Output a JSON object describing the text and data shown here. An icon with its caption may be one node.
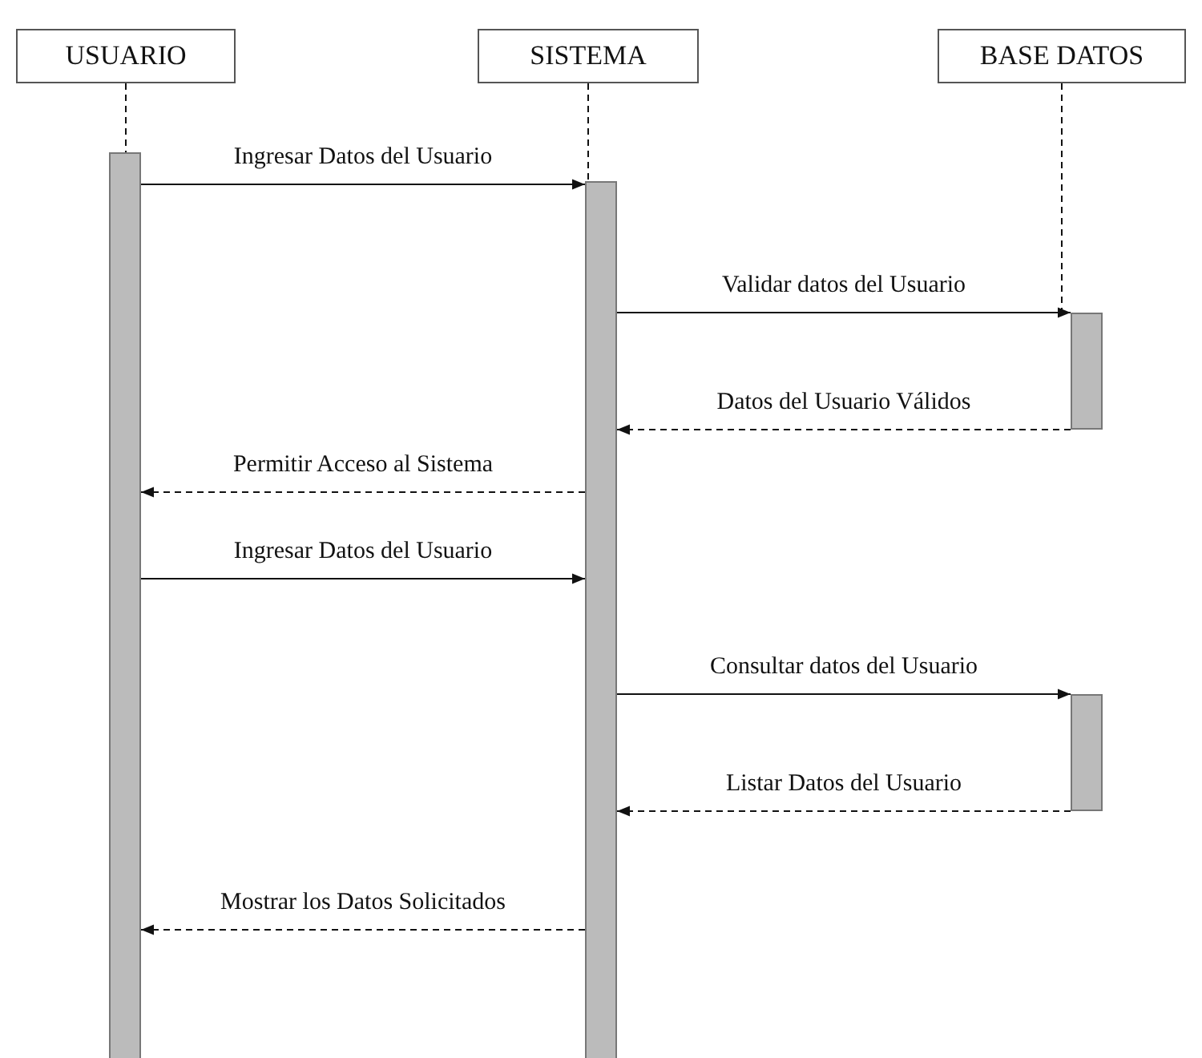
{
  "diagram": {
    "nodes": [
      {
        "text": [
          "USUARIO"
        ]
      },
      {
        "text": [
          "SISTEMA"
        ]
      },
      {
        "text": [
          "BASE DATOS"
        ]
      },
      {
        "text": [],
        "shape": "bar"
      },
      {
        "text": [],
        "shape": "bar"
      },
      {
        "text": [],
        "shape": "bar"
      },
      {
        "text": [],
        "shape": "bar"
      }
    ],
    "edges": [
      {
        "from": 3,
        "to": 4,
        "arrow": "to",
        "label": "Ingresar Datos del Usuario"
      },
      {
        "from": 4,
        "to": 5,
        "arrow": "to",
        "label": "Validar datos del Usuario"
      },
      {
        "from": 5,
        "to": 4,
        "arrow": "to",
        "label": "Datos del Usuario Válidos",
        "style": "dashed"
      },
      {
        "from": 4,
        "to": 3,
        "arrow": "to",
        "label": "Permitir Acceso al Sistema",
        "style": "dashed"
      },
      {
        "from": 3,
        "to": 4,
        "arrow": "to",
        "label": "Ingresar Datos del Usuario"
      },
      {
        "from": 4,
        "to": 6,
        "arrow": "to",
        "label": "Consultar datos del Usuario"
      },
      {
        "from": 6,
        "to": 4,
        "arrow": "to",
        "label": "Listar Datos del Usuario",
        "style": "dashed"
      },
      {
        "from": 4,
        "to": 3,
        "arrow": "to",
        "label": "Mostrar los Datos Solicitados",
        "style": "dashed"
      },
      {
        "from": 0,
        "to": 3,
        "arrow": "none",
        "style": "dashed"
      },
      {
        "from": 1,
        "to": 4,
        "arrow": "none",
        "style": "dashed"
      },
      {
        "from": 2,
        "to": 5,
        "arrow": "none",
        "style": "dashed"
      }
    ]
  }
}
